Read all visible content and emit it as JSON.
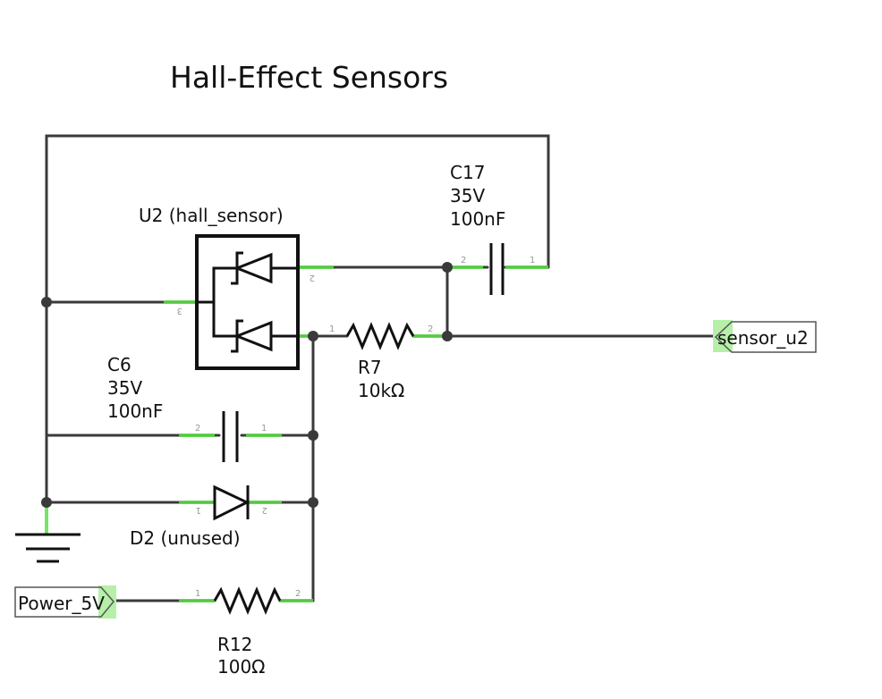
{
  "title": "Hall-Effect Sensors",
  "components": {
    "u2": {
      "label": "U2 (hall_sensor)",
      "pins": [
        "1",
        "2",
        "3"
      ]
    },
    "c17": {
      "ref": "C17",
      "voltage": "35V",
      "value": "100nF",
      "pins": [
        "1",
        "2"
      ]
    },
    "r7": {
      "ref": "R7",
      "value": "10kΩ",
      "pins": [
        "1",
        "2"
      ]
    },
    "c6": {
      "ref": "C6",
      "voltage": "35V",
      "value": "100nF",
      "pins": [
        "1",
        "2"
      ]
    },
    "d2": {
      "label": "D2 (unused)",
      "pins": [
        "1",
        "2"
      ]
    },
    "r12": {
      "ref": "R12",
      "value": "100Ω",
      "pins": [
        "1",
        "2"
      ]
    }
  },
  "net_labels": {
    "sensor": "sensor_u2",
    "power": "Power_5V"
  },
  "colors": {
    "wire": "#3a3a3a",
    "pin_highlight": "#5ee04a",
    "symbol": "#111111"
  }
}
